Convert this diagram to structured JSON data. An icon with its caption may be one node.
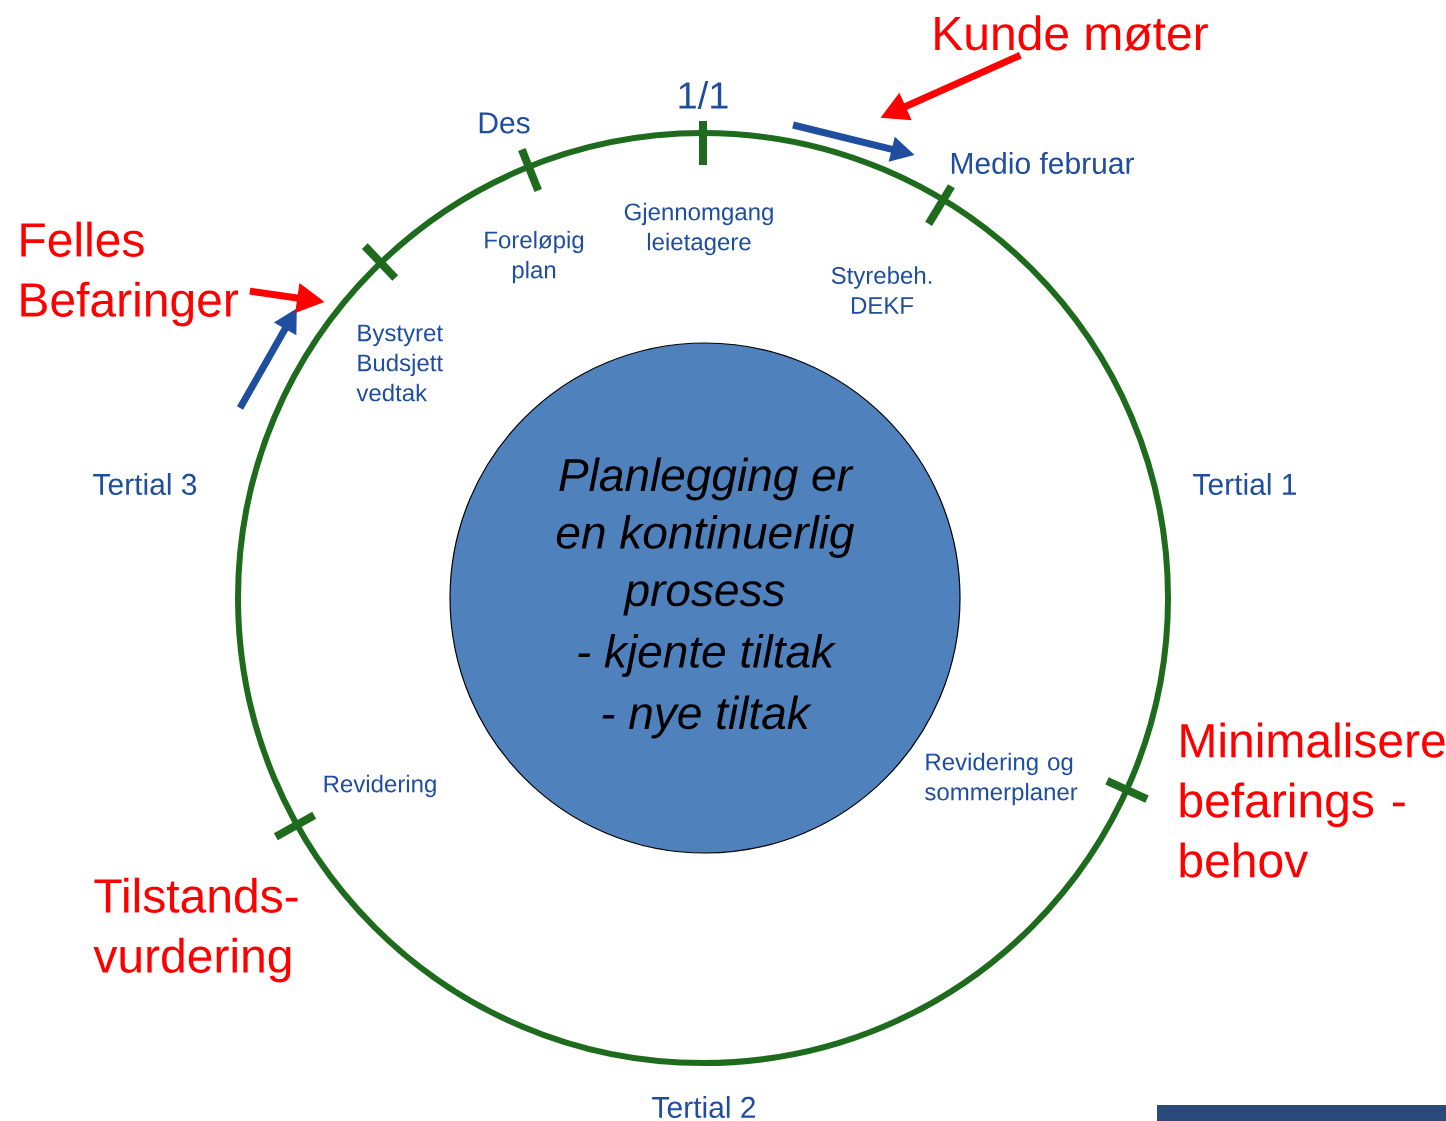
{
  "diagram": {
    "nodes": [
      {
        "text": [],
        "shape": "circle"
      },
      {
        "text": [
          "Planlegging er en kontinuerlig prosess",
          "- kjente tiltak",
          "- nye tiltak"
        ],
        "in": 0
      },
      {
        "text": [
          "Kunde møter"
        ]
      },
      {
        "text": [
          "Felles Befaringer"
        ]
      }
    ],
    "edges": [
      {
        "from": 2,
        "to": null,
        "arrow": "to"
      },
      {
        "from": 3,
        "to": null,
        "arrow": "to"
      }
    ],
    "labels": [
      "1/1",
      "Des",
      "Medio februar",
      "Gjennomgang leietagere",
      "Foreløpig plan",
      "Styrebeh. DEKF",
      "Bystyret Budsjett vedtak",
      "Tertial 3",
      "Tertial 1",
      "Minimalisere befarings - behov",
      "Revidering og sommerplaner",
      "Revidering",
      "Tilstands- vurdering",
      "Tertial 2"
    ]
  }
}
